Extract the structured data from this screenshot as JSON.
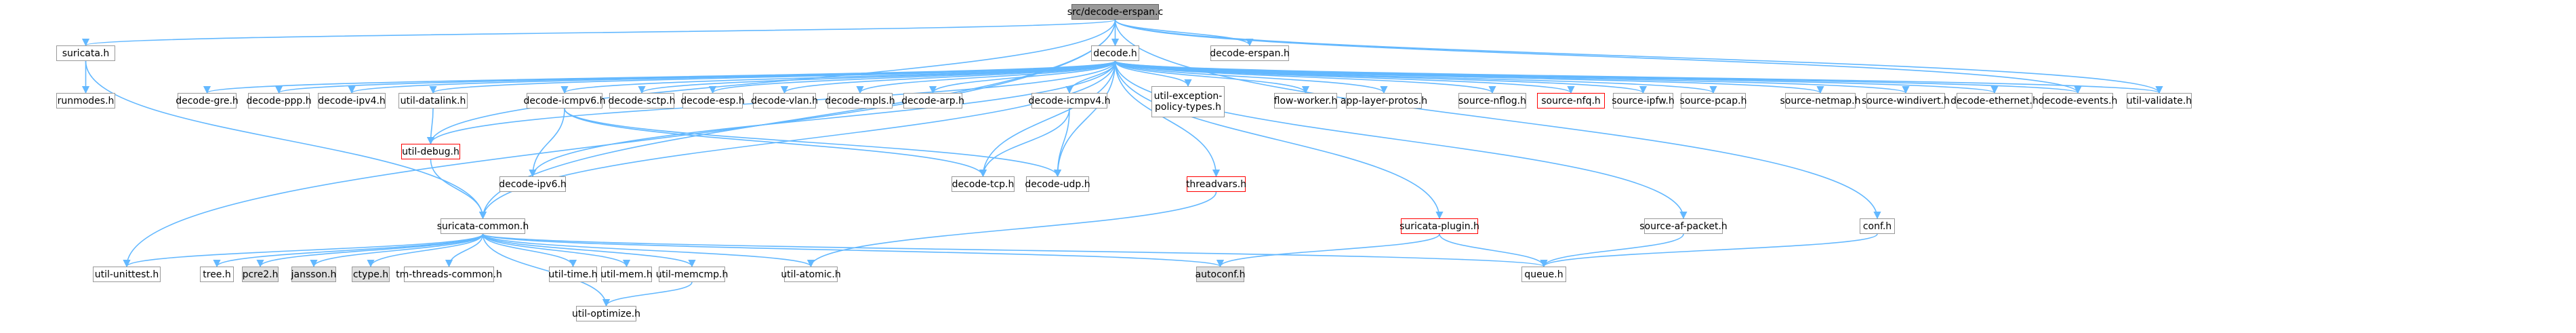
{
  "diagram": {
    "edge_color": "#63b8ff",
    "node_border": "#999999",
    "missing_border": "#ff0000",
    "root_fill": "#999999",
    "external_fill": "#e0e0e0",
    "nodes": [
      {
        "id": "root",
        "label": "src/decode-erspan.c",
        "kind": "root"
      },
      {
        "id": "suricata_h",
        "label": "suricata.h",
        "kind": "normal"
      },
      {
        "id": "decode_h",
        "label": "decode.h",
        "kind": "normal"
      },
      {
        "id": "decode_erspan_h",
        "label": "decode-erspan.h",
        "kind": "normal"
      },
      {
        "id": "runmodes_h",
        "label": "runmodes.h",
        "kind": "normal"
      },
      {
        "id": "decode_gre",
        "label": "decode-gre.h",
        "kind": "normal"
      },
      {
        "id": "decode_ppp",
        "label": "decode-ppp.h",
        "kind": "normal"
      },
      {
        "id": "decode_ipv4",
        "label": "decode-ipv4.h",
        "kind": "normal"
      },
      {
        "id": "util_datalink",
        "label": "util-datalink.h",
        "kind": "normal"
      },
      {
        "id": "decode_icmpv6",
        "label": "decode-icmpv6.h",
        "kind": "normal"
      },
      {
        "id": "decode_sctp",
        "label": "decode-sctp.h",
        "kind": "normal"
      },
      {
        "id": "decode_esp",
        "label": "decode-esp.h",
        "kind": "normal"
      },
      {
        "id": "decode_vlan",
        "label": "decode-vlan.h",
        "kind": "normal"
      },
      {
        "id": "decode_mpls",
        "label": "decode-mpls.h",
        "kind": "normal"
      },
      {
        "id": "decode_arp",
        "label": "decode-arp.h",
        "kind": "normal"
      },
      {
        "id": "decode_icmpv4",
        "label": "decode-icmpv4.h",
        "kind": "normal"
      },
      {
        "id": "util_exc",
        "label": "util-exception-policy-types.h",
        "kind": "normal"
      },
      {
        "id": "flow_worker",
        "label": "flow-worker.h",
        "kind": "normal"
      },
      {
        "id": "app_layer",
        "label": "app-layer-protos.h",
        "kind": "normal"
      },
      {
        "id": "src_nflog",
        "label": "source-nflog.h",
        "kind": "normal"
      },
      {
        "id": "src_nfq",
        "label": "source-nfq.h",
        "kind": "missing"
      },
      {
        "id": "src_ipfw",
        "label": "source-ipfw.h",
        "kind": "normal"
      },
      {
        "id": "src_pcap",
        "label": "source-pcap.h",
        "kind": "normal"
      },
      {
        "id": "src_netmap",
        "label": "source-netmap.h",
        "kind": "normal"
      },
      {
        "id": "src_windivert",
        "label": "source-windivert.h",
        "kind": "normal"
      },
      {
        "id": "decode_eth",
        "label": "decode-ethernet.h",
        "kind": "normal"
      },
      {
        "id": "decode_events",
        "label": "decode-events.h",
        "kind": "normal"
      },
      {
        "id": "util_validate",
        "label": "util-validate.h",
        "kind": "normal"
      },
      {
        "id": "util_debug",
        "label": "util-debug.h",
        "kind": "missing"
      },
      {
        "id": "decode_ipv6",
        "label": "decode-ipv6.h",
        "kind": "normal"
      },
      {
        "id": "decode_tcp",
        "label": "decode-tcp.h",
        "kind": "normal"
      },
      {
        "id": "decode_udp",
        "label": "decode-udp.h",
        "kind": "normal"
      },
      {
        "id": "threadvars",
        "label": "threadvars.h",
        "kind": "missing"
      },
      {
        "id": "suricata_common",
        "label": "suricata-common.h",
        "kind": "normal"
      },
      {
        "id": "suricata_plugin",
        "label": "suricata-plugin.h",
        "kind": "missing"
      },
      {
        "id": "src_afpacket",
        "label": "source-af-packet.h",
        "kind": "normal"
      },
      {
        "id": "conf_h",
        "label": "conf.h",
        "kind": "normal"
      },
      {
        "id": "util_unittest",
        "label": "util-unittest.h",
        "kind": "normal"
      },
      {
        "id": "tree_h",
        "label": "tree.h",
        "kind": "normal"
      },
      {
        "id": "pcre2_h",
        "label": "pcre2.h",
        "kind": "external"
      },
      {
        "id": "jansson_h",
        "label": "jansson.h",
        "kind": "external"
      },
      {
        "id": "ctype_h",
        "label": "ctype.h",
        "kind": "external"
      },
      {
        "id": "tm_threads",
        "label": "tm-threads-common.h",
        "kind": "normal"
      },
      {
        "id": "util_time",
        "label": "util-time.h",
        "kind": "normal"
      },
      {
        "id": "util_mem",
        "label": "util-mem.h",
        "kind": "normal"
      },
      {
        "id": "util_memcmp",
        "label": "util-memcmp.h",
        "kind": "normal"
      },
      {
        "id": "util_atomic",
        "label": "util-atomic.h",
        "kind": "normal"
      },
      {
        "id": "autoconf_h",
        "label": "autoconf.h",
        "kind": "external"
      },
      {
        "id": "queue_h",
        "label": "queue.h",
        "kind": "normal"
      },
      {
        "id": "util_optimize",
        "label": "util-optimize.h",
        "kind": "normal"
      }
    ],
    "edges": [
      [
        "root",
        "suricata_h"
      ],
      [
        "root",
        "decode_h"
      ],
      [
        "root",
        "decode_erspan_h"
      ],
      [
        "root",
        "util_debug"
      ],
      [
        "root",
        "suricata_common"
      ],
      [
        "root",
        "util_unittest"
      ],
      [
        "root",
        "decode_events"
      ],
      [
        "root",
        "util_validate"
      ],
      [
        "root",
        "conf_h"
      ],
      [
        "suricata_h",
        "runmodes_h"
      ],
      [
        "suricata_h",
        "suricata_common"
      ],
      [
        "decode_h",
        "decode_gre"
      ],
      [
        "decode_h",
        "decode_ppp"
      ],
      [
        "decode_h",
        "decode_ipv4"
      ],
      [
        "decode_h",
        "util_datalink"
      ],
      [
        "decode_h",
        "decode_icmpv6"
      ],
      [
        "decode_h",
        "decode_sctp"
      ],
      [
        "decode_h",
        "decode_esp"
      ],
      [
        "decode_h",
        "decode_vlan"
      ],
      [
        "decode_h",
        "decode_mpls"
      ],
      [
        "decode_h",
        "decode_arp"
      ],
      [
        "decode_h",
        "decode_icmpv4"
      ],
      [
        "decode_h",
        "util_exc"
      ],
      [
        "decode_h",
        "flow_worker"
      ],
      [
        "decode_h",
        "app_layer"
      ],
      [
        "decode_h",
        "src_nflog"
      ],
      [
        "decode_h",
        "src_nfq"
      ],
      [
        "decode_h",
        "src_ipfw"
      ],
      [
        "decode_h",
        "src_pcap"
      ],
      [
        "decode_h",
        "src_netmap"
      ],
      [
        "decode_h",
        "src_windivert"
      ],
      [
        "decode_h",
        "decode_eth"
      ],
      [
        "decode_h",
        "decode_events"
      ],
      [
        "decode_h",
        "util_validate"
      ],
      [
        "decode_h",
        "util_debug"
      ],
      [
        "decode_h",
        "decode_ipv6"
      ],
      [
        "decode_h",
        "decode_tcp"
      ],
      [
        "decode_h",
        "decode_udp"
      ],
      [
        "decode_h",
        "threadvars"
      ],
      [
        "decode_h",
        "suricata_common"
      ],
      [
        "decode_h",
        "suricata_plugin"
      ],
      [
        "decode_h",
        "src_afpacket"
      ],
      [
        "util_datalink",
        "util_debug"
      ],
      [
        "decode_icmpv6",
        "decode_ipv6"
      ],
      [
        "decode_icmpv6",
        "decode_tcp"
      ],
      [
        "decode_icmpv6",
        "decode_udp"
      ],
      [
        "decode_icmpv4",
        "decode_tcp"
      ],
      [
        "decode_icmpv4",
        "decode_udp"
      ],
      [
        "util_debug",
        "suricata_common"
      ],
      [
        "threadvars",
        "util_atomic"
      ],
      [
        "suricata_plugin",
        "autoconf_h"
      ],
      [
        "suricata_plugin",
        "queue_h"
      ],
      [
        "src_afpacket",
        "queue_h"
      ],
      [
        "conf_h",
        "queue_h"
      ],
      [
        "suricata_common",
        "util_unittest"
      ],
      [
        "suricata_common",
        "tree_h"
      ],
      [
        "suricata_common",
        "pcre2_h"
      ],
      [
        "suricata_common",
        "jansson_h"
      ],
      [
        "suricata_common",
        "ctype_h"
      ],
      [
        "suricata_common",
        "tm_threads"
      ],
      [
        "suricata_common",
        "util_time"
      ],
      [
        "suricata_common",
        "util_mem"
      ],
      [
        "suricata_common",
        "util_memcmp"
      ],
      [
        "suricata_common",
        "util_atomic"
      ],
      [
        "suricata_common",
        "autoconf_h"
      ],
      [
        "suricata_common",
        "queue_h"
      ],
      [
        "suricata_common",
        "util_optimize"
      ],
      [
        "util_memcmp",
        "util_optimize"
      ]
    ]
  }
}
